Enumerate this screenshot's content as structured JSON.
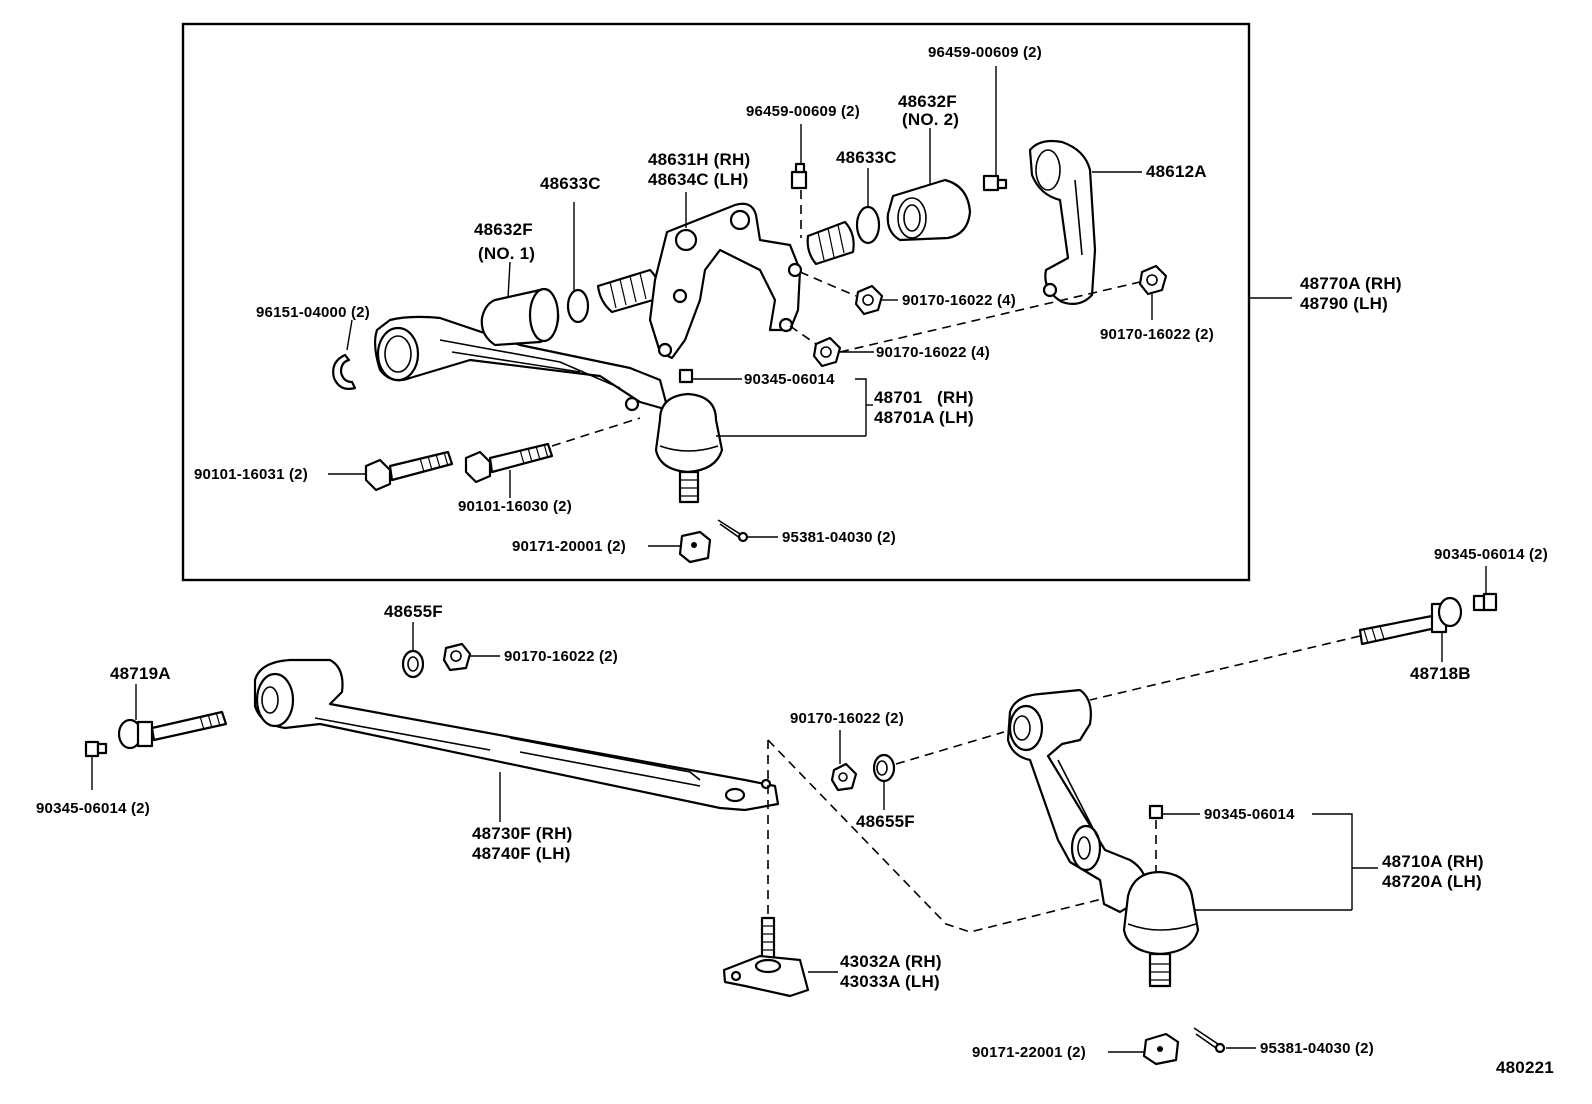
{
  "labels": {
    "p96459_top": "96459-00609 (2)",
    "p96459_mid": "96459-00609 (2)",
    "p48632F_no2_a": "48632F",
    "p48632F_no2_b": "(NO. 2)",
    "p48633C_right": "48633C",
    "p48631H": "48631H (RH)",
    "p48634C": "48634C (LH)",
    "p48612A": "48612A",
    "p48633C_left": "48633C",
    "p48632F_no1_a": "48632F",
    "p48632F_no1_b": "(NO. 1)",
    "p96151": "96151-04000 (2)",
    "p90170_a": "90170-16022 (4)",
    "p90170_b": "90170-16022 (4)",
    "p90170_c": "90170-16022 (2)",
    "p48770A": "48770A (RH)",
    "p48790": "48790   (LH)",
    "p90345_box": "90345-06014",
    "p48701": "48701   (RH)",
    "p48701A": "48701A (LH)",
    "p90101_16031": "90101-16031 (2)",
    "p90101_16030": "90101-16030 (2)",
    "p90171_20001": "90171-20001 (2)",
    "p95381_box": "95381-04030 (2)",
    "p90345_tr": "90345-06014 (2)",
    "p48718B": "48718B",
    "p48655F_top": "48655F",
    "p90170_d": "90170-16022 (2)",
    "p48719A": "48719A",
    "p90345_left": "90345-06014 (2)",
    "p48730F": "48730F (RH)",
    "p48740F": "48740F (LH)",
    "p90170_e": "90170-16022 (2)",
    "p48655F_bottom": "48655F",
    "p90345_right": "90345-06014",
    "p48710A": "48710A (RH)",
    "p48720A": "48720A (LH)",
    "p43032A": "43032A (RH)",
    "p43033A": "43033A (LH)",
    "p90171_22001": "90171-22001 (2)",
    "p95381_bottom": "95381-04030 (2)",
    "diagram_code": "480221"
  }
}
